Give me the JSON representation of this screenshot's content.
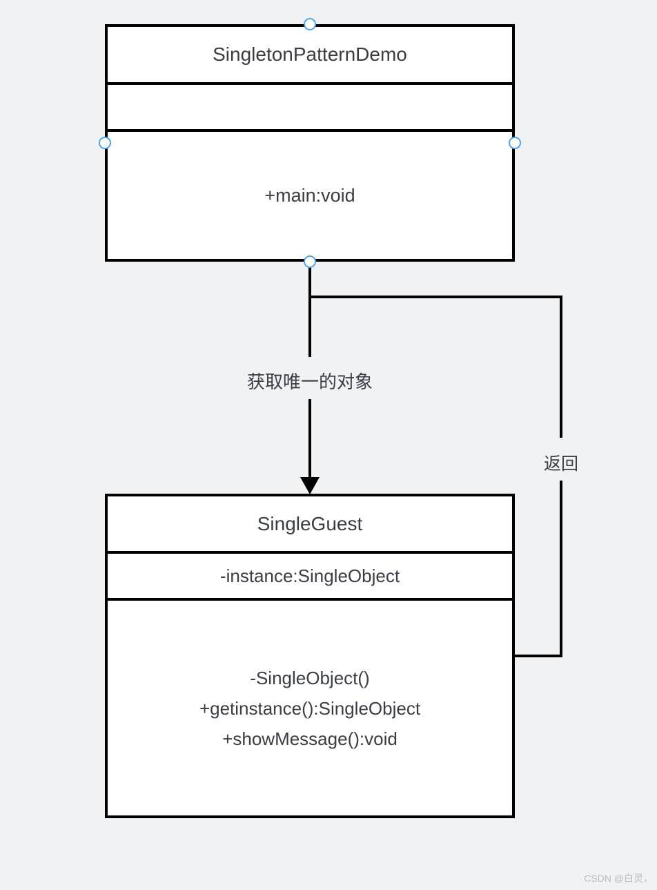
{
  "diagram": {
    "type": "uml-class-diagram",
    "background_color": "#f1f2f4",
    "box_fill_color": "#ffffff",
    "line_color": "#000000",
    "text_color": "#3a3e44",
    "handle_color": "#55a2e8"
  },
  "classes": [
    {
      "name": "SingletonPatternDemo",
      "attributes": [],
      "methods": [
        "+main:void"
      ],
      "selected": true
    },
    {
      "name": "SingleGuest",
      "attributes": [
        "-instance:SingleObject"
      ],
      "methods": [
        "-SingleObject()",
        "+getinstance():SingleObject",
        "+showMessage():void"
      ],
      "selected": false
    }
  ],
  "connectors": [
    {
      "label": "获取唯一的对象",
      "from": "SingletonPatternDemo",
      "to": "SingleGuest",
      "style": "arrow"
    },
    {
      "label": "返回",
      "from": "SingletonPatternDemo",
      "to": "SingleGuest",
      "style": "plain"
    }
  ],
  "watermark": "CSDN @白灵，"
}
